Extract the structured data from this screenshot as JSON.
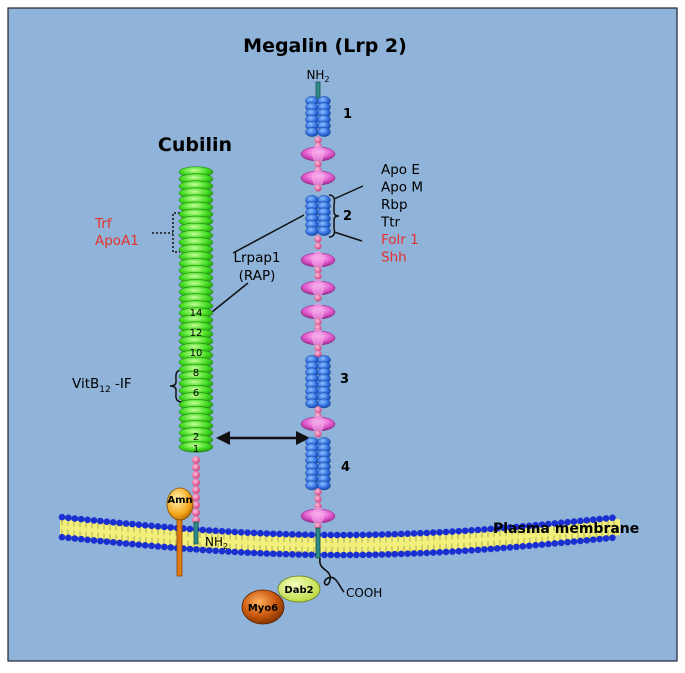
{
  "titles": {
    "megalin": "Megalin (Lrp 2)",
    "cubilin": "Cubilin"
  },
  "megalin_terminals": {
    "n": "NH2",
    "c": "COOH"
  },
  "megalin_clusters": [
    "1",
    "2",
    "3",
    "4"
  ],
  "megalin_ligands": [
    {
      "text": "Apo E",
      "color": "#000000"
    },
    {
      "text": "Apo M",
      "color": "#000000"
    },
    {
      "text": "Rbp",
      "color": "#000000"
    },
    {
      "text": "Ttr",
      "color": "#000000"
    },
    {
      "text": "Folr 1",
      "color": "#e8302c"
    },
    {
      "text": "Shh",
      "color": "#e8302c"
    }
  ],
  "cubilin_ligands": [
    {
      "text": "Trf",
      "color": "#e8302c"
    },
    {
      "text": "ApoA1",
      "color": "#e8302c"
    }
  ],
  "cubilin_domain_numbers": [
    "14",
    "12",
    "10",
    "8",
    "6",
    "2",
    "1"
  ],
  "cubilin_terminal": "NH2",
  "vitb12": "VitB12-IF",
  "rap": {
    "line1": "Lrpap1",
    "line2": "(RAP)"
  },
  "membrane": "Plasma membrane",
  "adaptors": {
    "amn": "Amn",
    "dab2": "Dab2",
    "myo6": "Myo6"
  },
  "colors": {
    "background": "#8fb3d9",
    "cubilin_green": "#44dd22",
    "megalin_blue": "#2f6fe0",
    "egf_pink": "#e25ad0",
    "linker_pink": "#e65aa0",
    "membrane_blue": "#1a2fd0",
    "membrane_yellow": "#f2f07a"
  }
}
